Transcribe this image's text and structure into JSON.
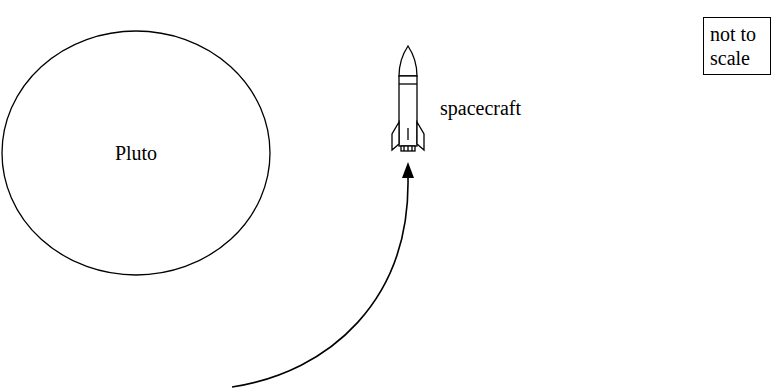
{
  "diagram": {
    "nodes": [
      {
        "text": [
          "Pluto"
        ]
      },
      {
        "text": [
          "not to scale"
        ]
      }
    ],
    "labels": [
      "spacecraft"
    ]
  }
}
